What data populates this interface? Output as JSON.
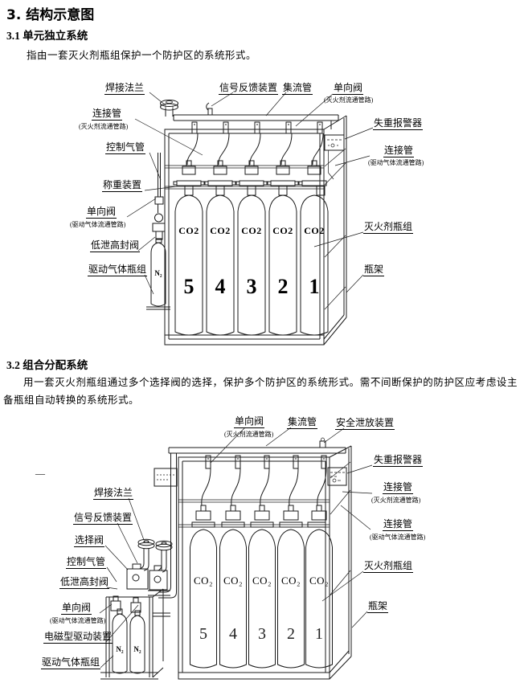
{
  "doc": {
    "section_title": "3. 结构示意图",
    "s31": {
      "heading": "3.1 单元独立系统",
      "body": "指由一套灭火剂瓶组保护一个防护区的系统形式。"
    },
    "s32": {
      "heading": "3.2 组合分配系统",
      "body": "用一套灭火剂瓶组通过多个选择阀的选择，保护多个防护区的系统形式。需不间断保护的防护区应考虑设主备瓶组自动转换的系统形式。"
    },
    "stray_dash": "—"
  },
  "diagram1": {
    "labels": {
      "weld_flange": "焊接法兰",
      "signal_feedback": "信号反馈装置",
      "manifold": "集流管",
      "check_valve_agent": "单向阀",
      "check_valve_agent_sub": "(灭火剂流通管路)",
      "alarm": "失重报警器",
      "connect_pipe_drive": "连接管",
      "connect_pipe_drive_sub": "(驱动气体流通管路)",
      "agent_cylinders": "灭火剂瓶组",
      "rack": "瓶架",
      "connect_pipe_agent": "连接管",
      "connect_pipe_agent_sub": "(灭火剂流通管路)",
      "control_pipe": "控制气管",
      "weighing": "称重装置",
      "check_valve_drive": "单向阀",
      "check_valve_drive_sub": "(驱动气体流通管路)",
      "low_leak_valve": "低泄高封阀",
      "drive_cylinders": "驱动气体瓶组"
    },
    "n2": "N₂",
    "cylinders": [
      {
        "gas": "CO2",
        "num": "5"
      },
      {
        "gas": "CO2",
        "num": "4"
      },
      {
        "gas": "CO2",
        "num": "3"
      },
      {
        "gas": "CO2",
        "num": "2"
      },
      {
        "gas": "CO2",
        "num": "1"
      }
    ]
  },
  "diagram2": {
    "labels": {
      "check_valve_agent": "单向阀",
      "check_valve_agent_sub": "(灭火剂流通管路)",
      "manifold": "集流管",
      "safety_relief": "安全泄放装置",
      "alarm": "失重报警器",
      "connect_pipe_agent": "连接管",
      "connect_pipe_agent_sub": "(灭火剂流通管路)",
      "connect_pipe_drive": "连接管",
      "connect_pipe_drive_sub": "(驱动气体流通管路)",
      "agent_cylinders": "灭火剂瓶组",
      "rack": "瓶架",
      "weld_flange": "焊接法兰",
      "signal_feedback": "信号反馈装置",
      "selector_valve": "选择阀",
      "control_pipe": "控制气管",
      "low_leak_valve": "低泄高封阀",
      "check_valve_drive": "单向阀",
      "check_valve_drive_sub": "(驱动气体流通管路)",
      "solenoid_drive": "电磁型驱动装置",
      "drive_cylinders": "驱动气体瓶组"
    },
    "n2": "N₂",
    "cylinders": [
      {
        "gas": "CO₂",
        "num": "5"
      },
      {
        "gas": "CO₂",
        "num": "4"
      },
      {
        "gas": "CO₂",
        "num": "3"
      },
      {
        "gas": "CO₂",
        "num": "2"
      },
      {
        "gas": "CO₂",
        "num": "1"
      }
    ]
  }
}
